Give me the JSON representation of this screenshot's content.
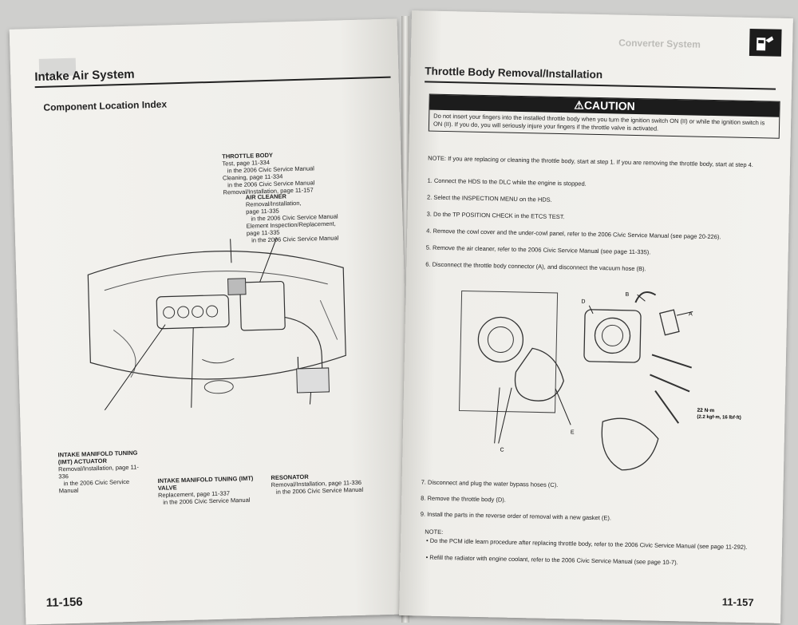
{
  "left_page": {
    "title": "Intake Air System",
    "subtitle": "Component Location Index",
    "page_number": "11-156",
    "callouts": [
      {
        "name": "THROTTLE BODY",
        "lines": [
          "Test, page 11-334",
          "in the 2006 Civic Service Manual",
          "Cleaning, page 11-334",
          "in the 2006 Civic Service Manual",
          "Removal/Installation, page 11-157"
        ]
      },
      {
        "name": "AIR CLEANER",
        "lines": [
          "Removal/Installation,",
          "page 11-335",
          "in the 2006 Civic Service Manual",
          "Element Inspection/Replacement,",
          "page 11-335",
          "in the 2006 Civic Service Manual"
        ]
      },
      {
        "name": "INTAKE MANIFOLD TUNING (IMT) ACTUATOR",
        "lines": [
          "Removal/Installation, page 11-336",
          "in the 2006 Civic Service Manual"
        ]
      },
      {
        "name": "INTAKE MANIFOLD TUNING (IMT) VALVE",
        "lines": [
          "Replacement, page 11-337",
          "in the 2006 Civic Service Manual"
        ]
      },
      {
        "name": "RESONATOR",
        "lines": [
          "Removal/Installation, page 11-336",
          "in the 2006 Civic Service Manual"
        ]
      }
    ]
  },
  "right_page": {
    "header_ghost": "Converter System",
    "title": "Throttle Body Removal/Installation",
    "page_number": "11-157",
    "caution_title": "⚠CAUTION",
    "caution_text": "Do not insert your fingers into the installed throttle body when you turn the ignition switch ON (II) or while the ignition switch is ON (II). If you do, you will seriously injure your fingers if the throttle valve is activated.",
    "note_intro": "NOTE: If you are replacing or cleaning the throttle body, start at step 1. If you are removing the throttle body, start at step 4.",
    "steps": [
      "1. Connect the HDS to the DLC while the engine is stopped.",
      "2. Select the INSPECTION MENU on the HDS.",
      "3. Do the TP POSITION CHECK in the ETCS TEST.",
      "4. Remove the cowl cover and the under-cowl panel, refer to the 2006 Civic Service Manual (see page 20-226).",
      "5. Remove the air cleaner, refer to the 2006 Civic Service Manual (see page 11-335).",
      "6. Disconnect the throttle body connector (A), and disconnect the vacuum hose (B).",
      "7. Disconnect and plug the water bypass hoses (C).",
      "8. Remove the throttle body (D).",
      "9. Install the parts in the reverse order of removal with a new gasket (E)."
    ],
    "note_label": "NOTE:",
    "notes": [
      "• Do the PCM idle learn procedure after replacing throttle body, refer to the 2006 Civic Service Manual (see page 11-292).",
      "• Refill the radiator with engine coolant, refer to the 2006 Civic Service Manual (see page 10-7)."
    ],
    "diagram_labels": [
      "A",
      "B",
      "C",
      "D",
      "E"
    ],
    "torque_label": "22 N·m",
    "torque_sub": "(2.2 kgf·m, 16 lbf·ft)"
  }
}
